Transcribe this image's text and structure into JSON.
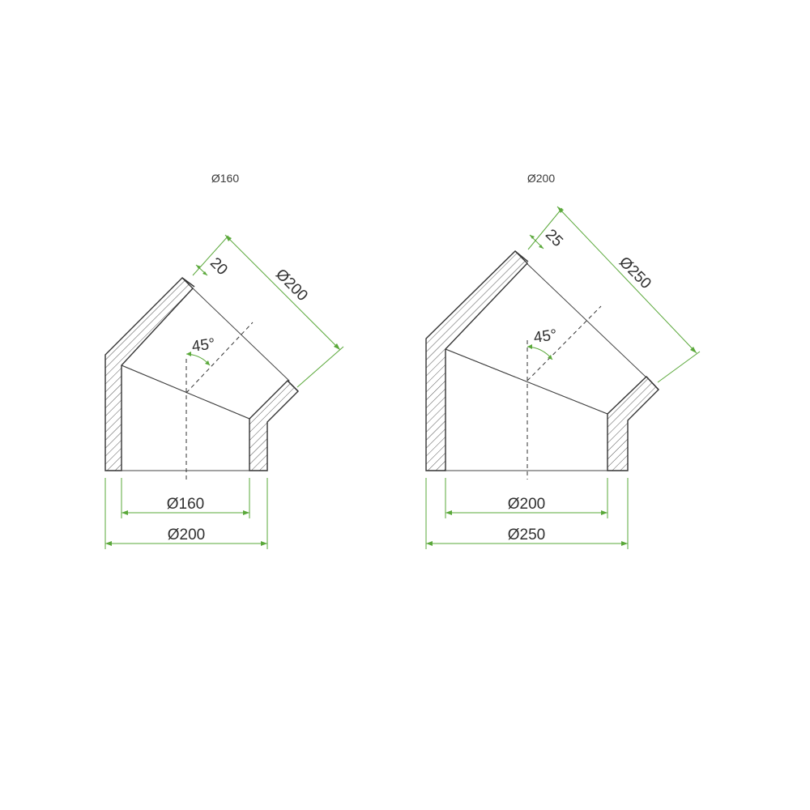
{
  "figures": [
    {
      "title": "Ø160",
      "inner_diameter": "Ø160",
      "outer_diameter": "Ø200",
      "socket_diameter": "Ø200",
      "wall": "20",
      "angle": "45°"
    },
    {
      "title": "Ø200",
      "inner_diameter": "Ø200",
      "outer_diameter": "Ø250",
      "socket_diameter": "Ø250",
      "wall": "25",
      "angle": "45°"
    }
  ],
  "colors": {
    "dimension": "#5aa83a",
    "outline": "#333333",
    "background": "#ffffff"
  }
}
